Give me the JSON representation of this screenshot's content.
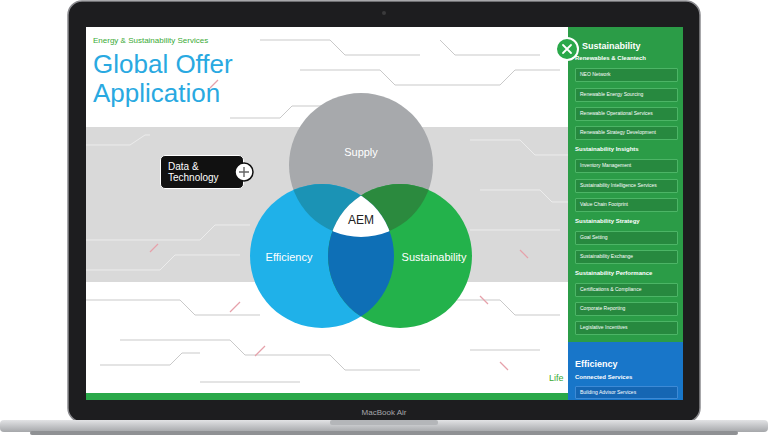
{
  "diagram": {
    "title": "Global Offer Application",
    "nodes": [
      {
        "text": [
          "Supply"
        ]
      },
      {
        "text": [
          "Data & Technology"
        ]
      },
      {
        "text": [
          "Efficiency"
        ]
      },
      {
        "text": [
          "AEM"
        ]
      },
      {
        "text": [
          "Sustainability"
        ]
      },
      {
        "text": [
          "Sustainability",
          "Renewables & Cleantech",
          "Sustainability Insights",
          "Sustainability Strategy",
          "Sustainability Performance"
        ]
      },
      {
        "text": [
          "NEO Network"
        ],
        "in": 5
      },
      {
        "text": [
          "Renewable Energy Sourcing"
        ],
        "in": 5
      },
      {
        "text": [
          "Renewable Operational Services"
        ],
        "in": 5
      },
      {
        "text": [
          "Renewable Strategy Development"
        ],
        "in": 5
      },
      {
        "text": [
          "Inventory Management"
        ],
        "in": 5
      },
      {
        "text": [
          "Sustainability Intelligence Services"
        ],
        "in": 5
      },
      {
        "text": [
          "Value Chain Footprint"
        ],
        "in": 5
      },
      {
        "text": [
          "Goal Setting"
        ],
        "in": 5
      },
      {
        "text": [
          "Sustainability Exchange"
        ],
        "in": 5
      },
      {
        "text": [
          "Certifications & Compliance"
        ],
        "in": 5
      },
      {
        "text": [
          "Corporate Reporting"
        ],
        "in": 5
      },
      {
        "text": [
          "Legislative Incentives"
        ],
        "in": 5
      },
      {
        "text": [
          "Efficiency",
          "Connected Services"
        ]
      },
      {
        "text": [
          "Building Advisor Services"
        ],
        "in": 18
      }
    ],
    "labels": [
      "Energy & Sustainability Services",
      "Life",
      "MacBook Air"
    ]
  }
}
